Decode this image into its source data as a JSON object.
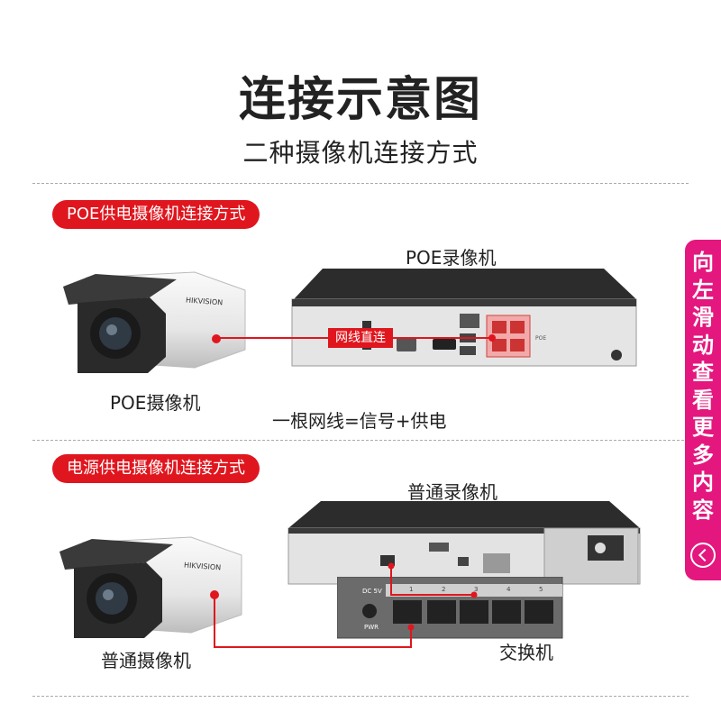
{
  "header": {
    "title": "连接示意图",
    "subtitle": "二种摄像机连接方式"
  },
  "section_poe": {
    "pill_label": "POE供电摄像机连接方式",
    "recorder_label": "POE录像机",
    "camera_label": "POE摄像机",
    "cable_tag": "网线直连",
    "caption": "一根网线=信号+供电",
    "recorder_poe_port_label": "POE",
    "camera_brand": "HIKVISION"
  },
  "section_normal": {
    "pill_label": "电源供电摄像机连接方式",
    "recorder_label": "普通录像机",
    "camera_label": "普通摄像机",
    "switch_label": "交换机",
    "switch_power_label": "DC 5V",
    "switch_pwr_label": "PWR",
    "switch_port_numbers": [
      "1",
      "2",
      "3",
      "4",
      "5"
    ],
    "camera_brand": "HIKVISION"
  },
  "side_tab": {
    "text": "向左滑动查看更多内容"
  },
  "colors": {
    "accent_red": "#e0161e",
    "side_tab_pink": "#e4177e",
    "poe_port_pink": "#f2a9a9"
  }
}
